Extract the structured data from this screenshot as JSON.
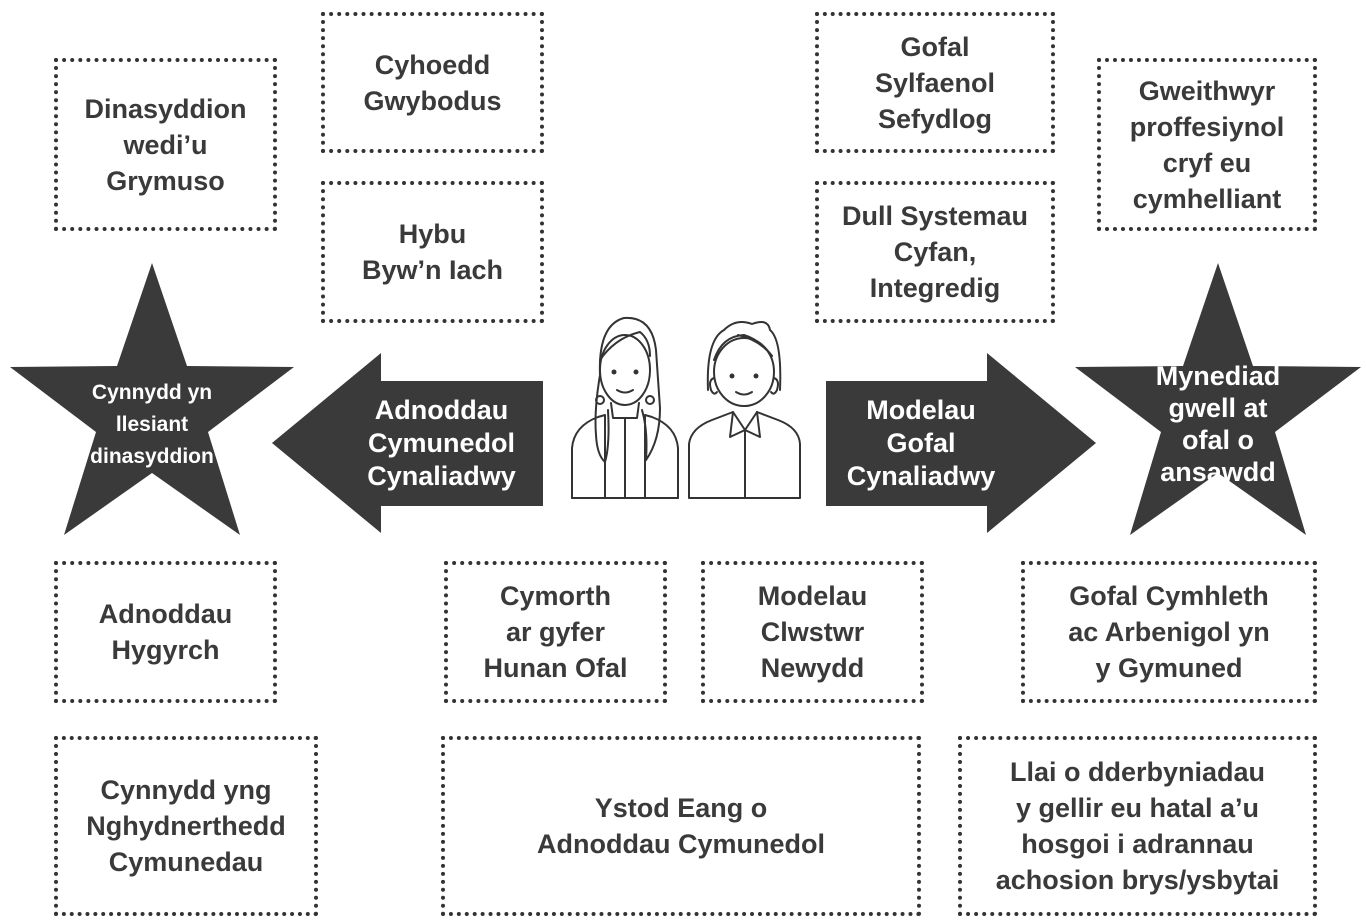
{
  "boxes": {
    "dinasyddion": "Dinasyddion\nwedi’u\nGrymuso",
    "cyhoedd": "Cyhoedd\nGwybodus",
    "hybu": "Hybu\nByw’n Iach",
    "gofal_sylfaenol": "Gofal\nSylfaenol\nSefydlog",
    "dull_systemau": "Dull Systemau\nCyfan,\nIntegredig",
    "gweithwyr": "Gweithwyr\nproffesiynol\ncryf eu\ncymhelliant",
    "adnoddau_hygyrch": "Adnoddau\nHygyrch",
    "cymorth": "Cymorth\nar gyfer\nHunan Ofal",
    "modelau_clwstwr": "Modelau\nClwstwr\nNewydd",
    "gofal_cymhleth": "Gofal Cymhleth\nac Arbenigol yn\ny Gymuned",
    "cynnydd_cydnerthedd": "Cynnydd yng\nNghydnerthedd\nCymunedau",
    "ystod_eang": "Ystod Eang o\nAdnoddau Cymunedol",
    "llai_derbyniadau": "Llai o dderbyniadau\ny gellir eu hatal a’u\nhosgoi i adrannau\nachosion brys/ysbytai"
  },
  "arrows": {
    "left": "Adnoddau\nCymunedol\nCynaliadwy",
    "right": "Modelau\nGofal\nCynaliadwy"
  },
  "stars": {
    "left": "Cynnydd yn\nllesiant\ndinasyddion",
    "right": "Mynediad\ngwell at\nofal o\nansawdd"
  },
  "colors": {
    "shape_fill": "#3a3a3a",
    "box_border": "#333333",
    "text": "#3a3a3a"
  },
  "icons": [
    "woman-icon",
    "man-icon"
  ]
}
